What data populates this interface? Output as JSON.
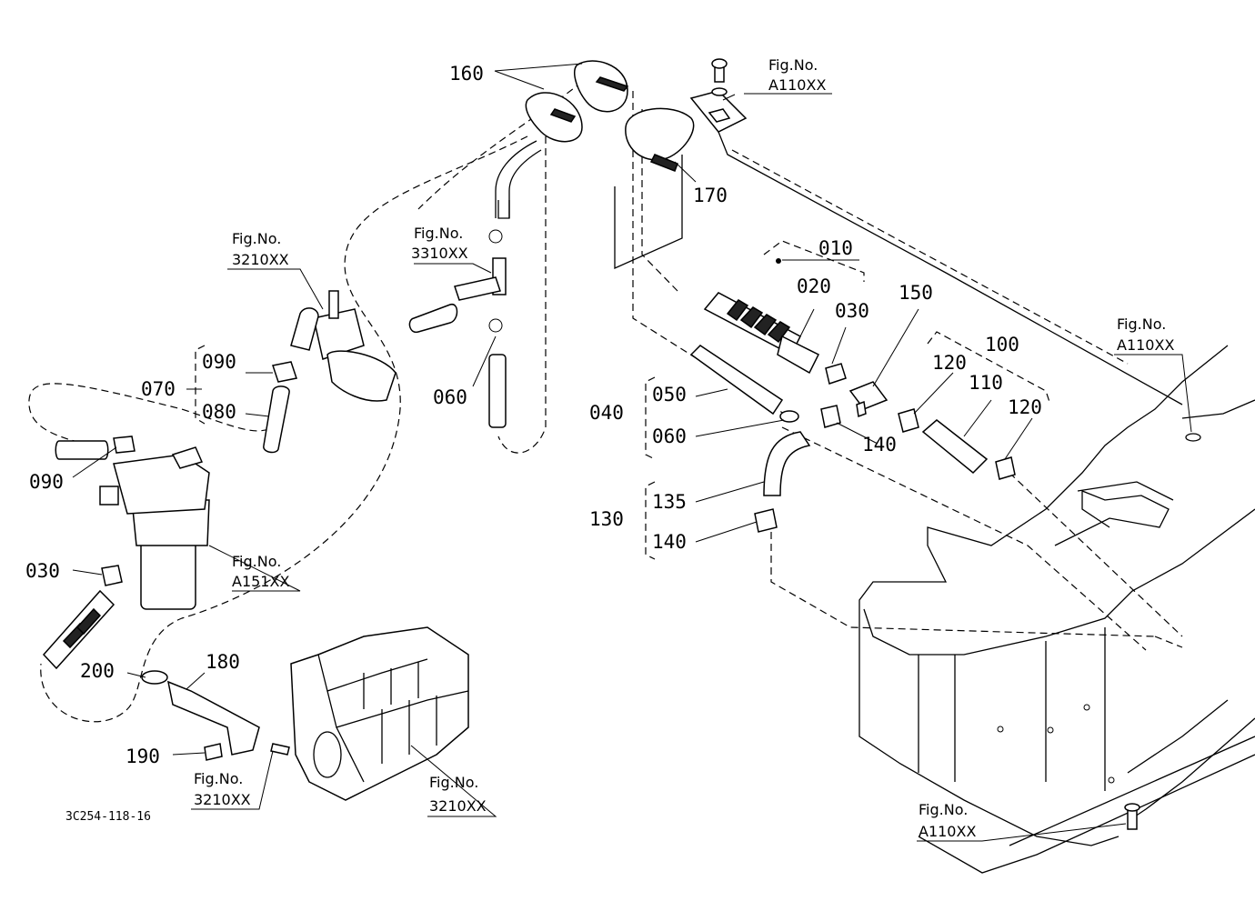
{
  "drawing_code": "3C254-118-16",
  "part_labels": {
    "p010": "010",
    "p020": "020",
    "p030_a": "030",
    "p030_b": "030",
    "p040": "040",
    "p050": "050",
    "p060_a": "060",
    "p060_b": "060",
    "p070": "070",
    "p080": "080",
    "p090_a": "090",
    "p090_b": "090",
    "p100": "100",
    "p110": "110",
    "p120_a": "120",
    "p120_b": "120",
    "p130": "130",
    "p135": "135",
    "p140_a": "140",
    "p140_b": "140",
    "p150": "150",
    "p160": "160",
    "p170": "170",
    "p180": "180",
    "p190": "190",
    "p200": "200"
  },
  "fig_refs": {
    "fig_word": "Fig.No.",
    "ref_a110_top": "A110XX",
    "ref_a110_right": "A110XX",
    "ref_a110_bottom": "A110XX",
    "ref_3310": "3310XX",
    "ref_3210_pump": "3210XX",
    "ref_a151": "A151XX",
    "ref_3210_bracket": "3210XX",
    "ref_3210_engine": "3210XX"
  }
}
